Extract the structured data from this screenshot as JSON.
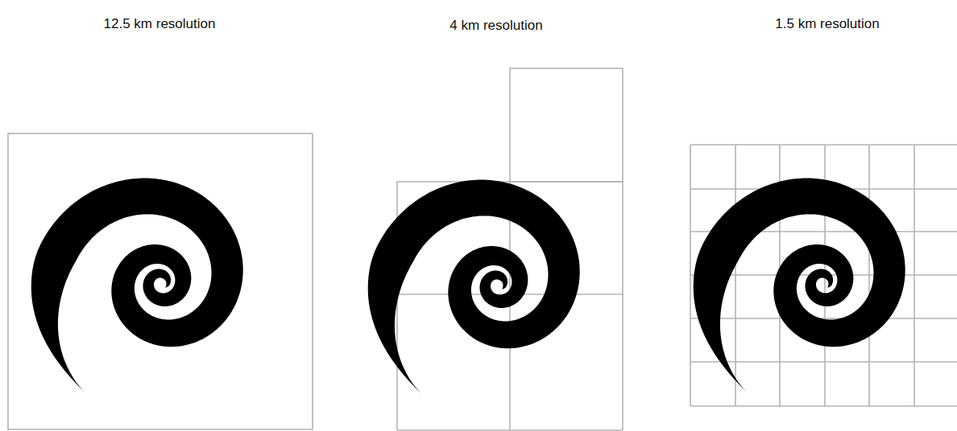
{
  "diagram": {
    "labels": [
      "12.5 km resolution",
      "4 km resolution",
      "1.5 km resolution"
    ]
  }
}
